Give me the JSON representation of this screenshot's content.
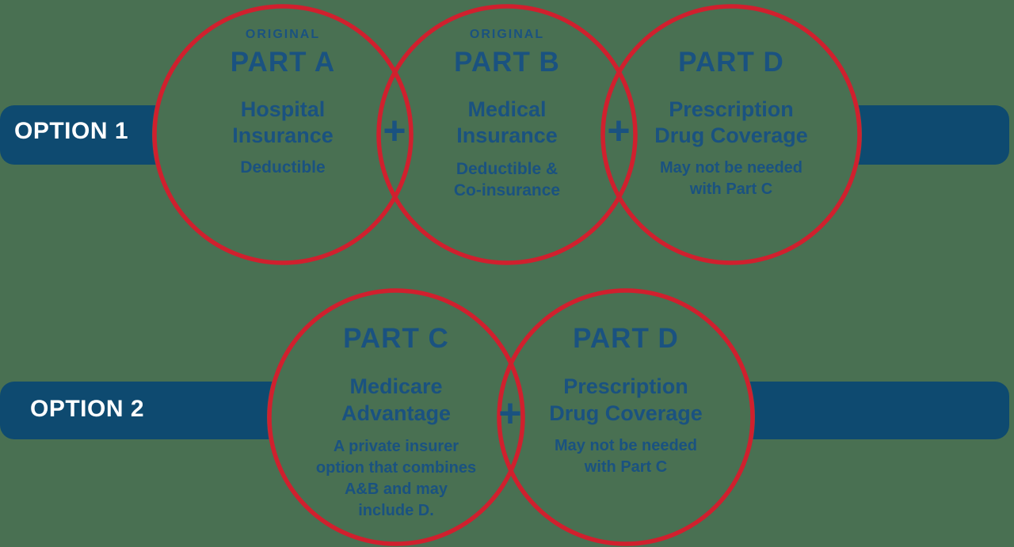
{
  "colors": {
    "background": "#497052",
    "bar": "#0e4a70",
    "circle_stroke": "#d0202e",
    "text_blue": "#1a5280",
    "label_text": "#ffffff"
  },
  "option1": {
    "label": "OPTION 1",
    "plus1": "+",
    "plus2": "+",
    "circles": [
      {
        "eyebrow": "ORIGINAL",
        "title": "PART A",
        "subtitle_lines": [
          "Hospital",
          "Insurance"
        ],
        "detail_lines": [
          "Deductible"
        ]
      },
      {
        "eyebrow": "ORIGINAL",
        "title": "PART B",
        "subtitle_lines": [
          "Medical",
          "Insurance"
        ],
        "detail_lines": [
          "Deductible &",
          "Co-insurance"
        ]
      },
      {
        "title": "PART D",
        "subtitle_lines": [
          "Prescription",
          "Drug Coverage"
        ],
        "detail_lines": [
          "May not be needed",
          "with Part C"
        ]
      }
    ]
  },
  "option2": {
    "label": "OPTION 2",
    "plus1": "+",
    "circles": [
      {
        "title": "PART C",
        "subtitle_lines": [
          "Medicare",
          "Advantage"
        ],
        "detail_lines": [
          "A private insurer",
          "option that combines",
          "A&B and may",
          "include D."
        ]
      },
      {
        "title": "PART D",
        "subtitle_lines": [
          "Prescription",
          "Drug Coverage"
        ],
        "detail_lines": [
          "May not be needed",
          "with Part C"
        ]
      }
    ]
  }
}
